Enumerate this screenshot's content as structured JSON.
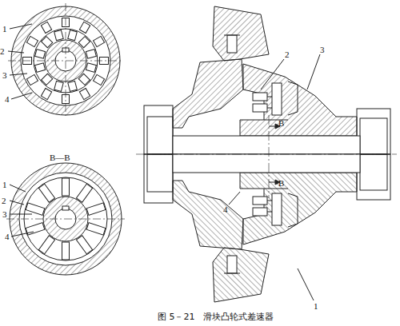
{
  "diagram": {
    "caption": "图 5－21　滑块凸轮式差速器",
    "labels": [
      "1",
      "2",
      "3",
      "4",
      "B—B",
      "1",
      "2",
      "3",
      "4",
      "2",
      "3",
      "B",
      "B",
      "4",
      "1"
    ]
  }
}
